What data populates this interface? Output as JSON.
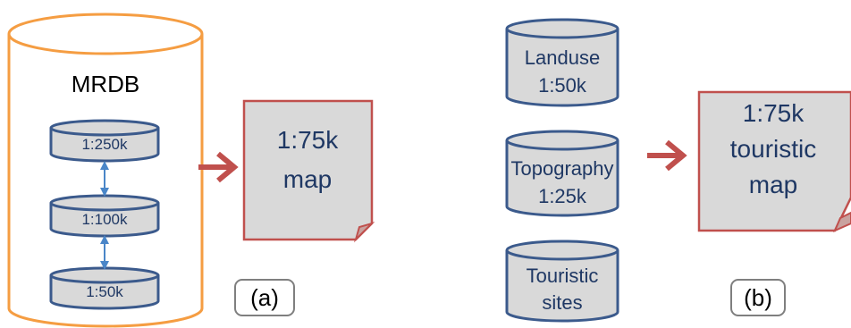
{
  "panel_a": {
    "db_title": "MRDB",
    "levels": [
      "1:250k",
      "1:100k",
      "1:50k"
    ],
    "output_line1": "1:75k",
    "output_line2": "map",
    "label": "(a)"
  },
  "panel_b": {
    "databases": [
      {
        "line1": "Landuse",
        "line2": "1:50k"
      },
      {
        "line1": "Topography",
        "line2": "1:25k"
      },
      {
        "line1": "Touristic",
        "line2": "sites"
      }
    ],
    "output_line1": "1:75k",
    "output_line2": "touristic",
    "output_line3": "map",
    "label": "(b)"
  },
  "colors": {
    "mrdb_outline": "#F59D42",
    "db_fill": "#D9D9D9",
    "db_outline": "#3B5A8C",
    "link_arrow": "#4A86C8",
    "flow_arrow": "#C0504D",
    "doc_fill": "#D9D9D9",
    "doc_outline": "#C0504D",
    "label_border": "#7F7F7F",
    "text": "#1F3864"
  }
}
